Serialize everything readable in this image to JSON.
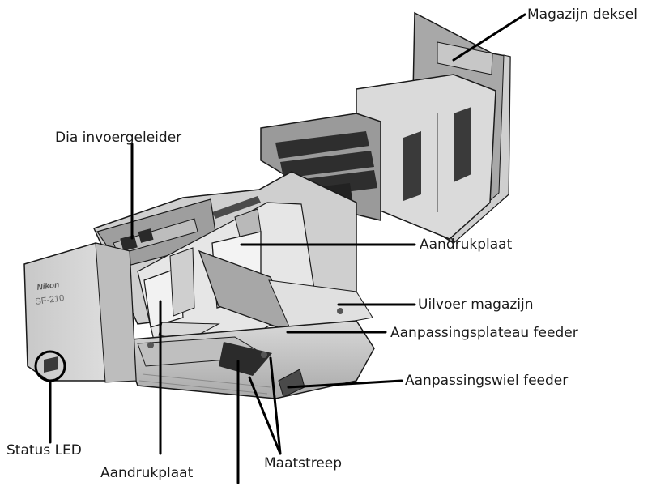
{
  "labels": {
    "magazine_lid": "Magazijn deksel",
    "slide_feed_guide": "Dia invoergeleider",
    "pressure_plate_top": "Aandrukplaat",
    "output_magazine": "Uilvoer magazijn",
    "feeder_adjust_plateau": "Aanpassingsplateau feeder",
    "feeder_adjust_wheel": "Aanpassingswiel feeder",
    "status_led": "Status LED",
    "pressure_plate_bottom": "Aandrukplaat",
    "scale_mark": "Maatstreep"
  },
  "device": {
    "brand": "Nikon",
    "model": "SF-210"
  }
}
